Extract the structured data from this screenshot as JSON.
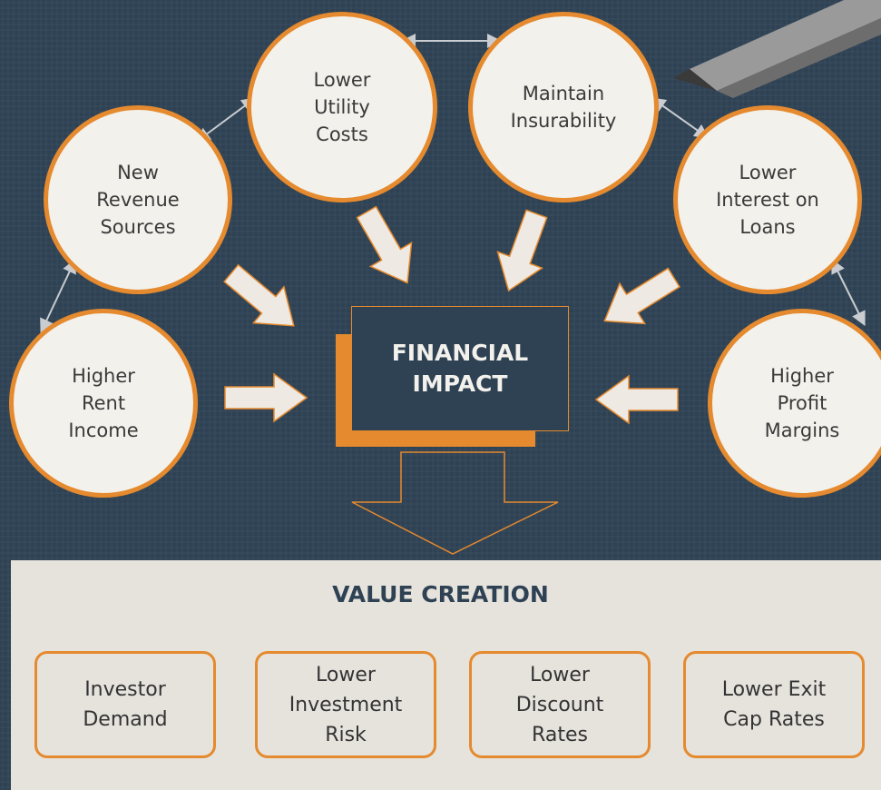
{
  "colors": {
    "background": "#2f4254",
    "accent": "#e58a2e",
    "circle_fill": "#f3f1ec",
    "panel": "#e6e3dd"
  },
  "icons": {
    "pencil": "pencil-icon"
  },
  "diagram": {
    "center": "FINANCIAL\nIMPACT",
    "drivers": {
      "lower_utility_costs": "Lower\nUtility\nCosts",
      "maintain_insurability": "Maintain\nInsurability",
      "new_revenue_sources": "New\nRevenue\nSources",
      "lower_interest_on_loans": "Lower\nInterest on\nLoans",
      "higher_rent_income": "Higher\nRent\nIncome",
      "higher_profit_margins": "Higher\nProfit\nMargins"
    },
    "value_creation": {
      "title": "VALUE CREATION",
      "items": [
        "Investor\nDemand",
        "Lower\nInvestment\nRisk",
        "Lower\nDiscount\nRates",
        "Lower Exit\nCap Rates"
      ]
    }
  }
}
